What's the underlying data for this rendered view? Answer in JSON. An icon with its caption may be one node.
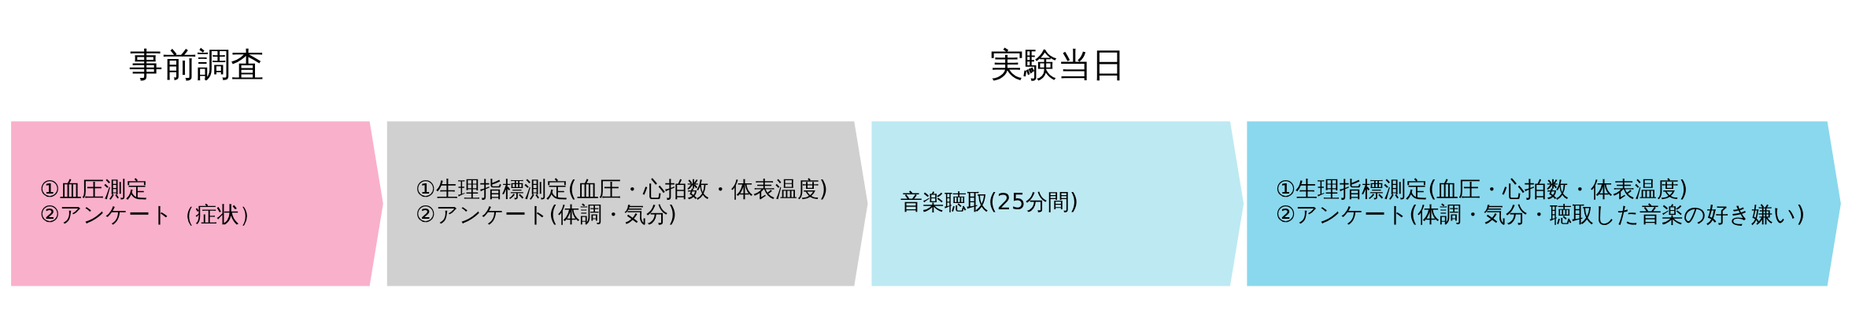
{
  "diagram": {
    "nodes": [
      {
        "text": [
          "①血圧測定",
          "②アンケート（症状）"
        ]
      },
      {
        "text": [
          "①生理指標測定(血圧・心拍数・体表温度)",
          "②アンケート(体調・気分)"
        ]
      },
      {
        "text": [
          "音楽聴取(25分間)"
        ]
      },
      {
        "text": [
          "①生理指標測定(血圧・心拍数・体表温度)",
          "②アンケート(体調・気分・聴取した音楽の好き嫌い)"
        ]
      }
    ],
    "edges": [],
    "labels": [
      "事前調査",
      "実験当日"
    ]
  }
}
